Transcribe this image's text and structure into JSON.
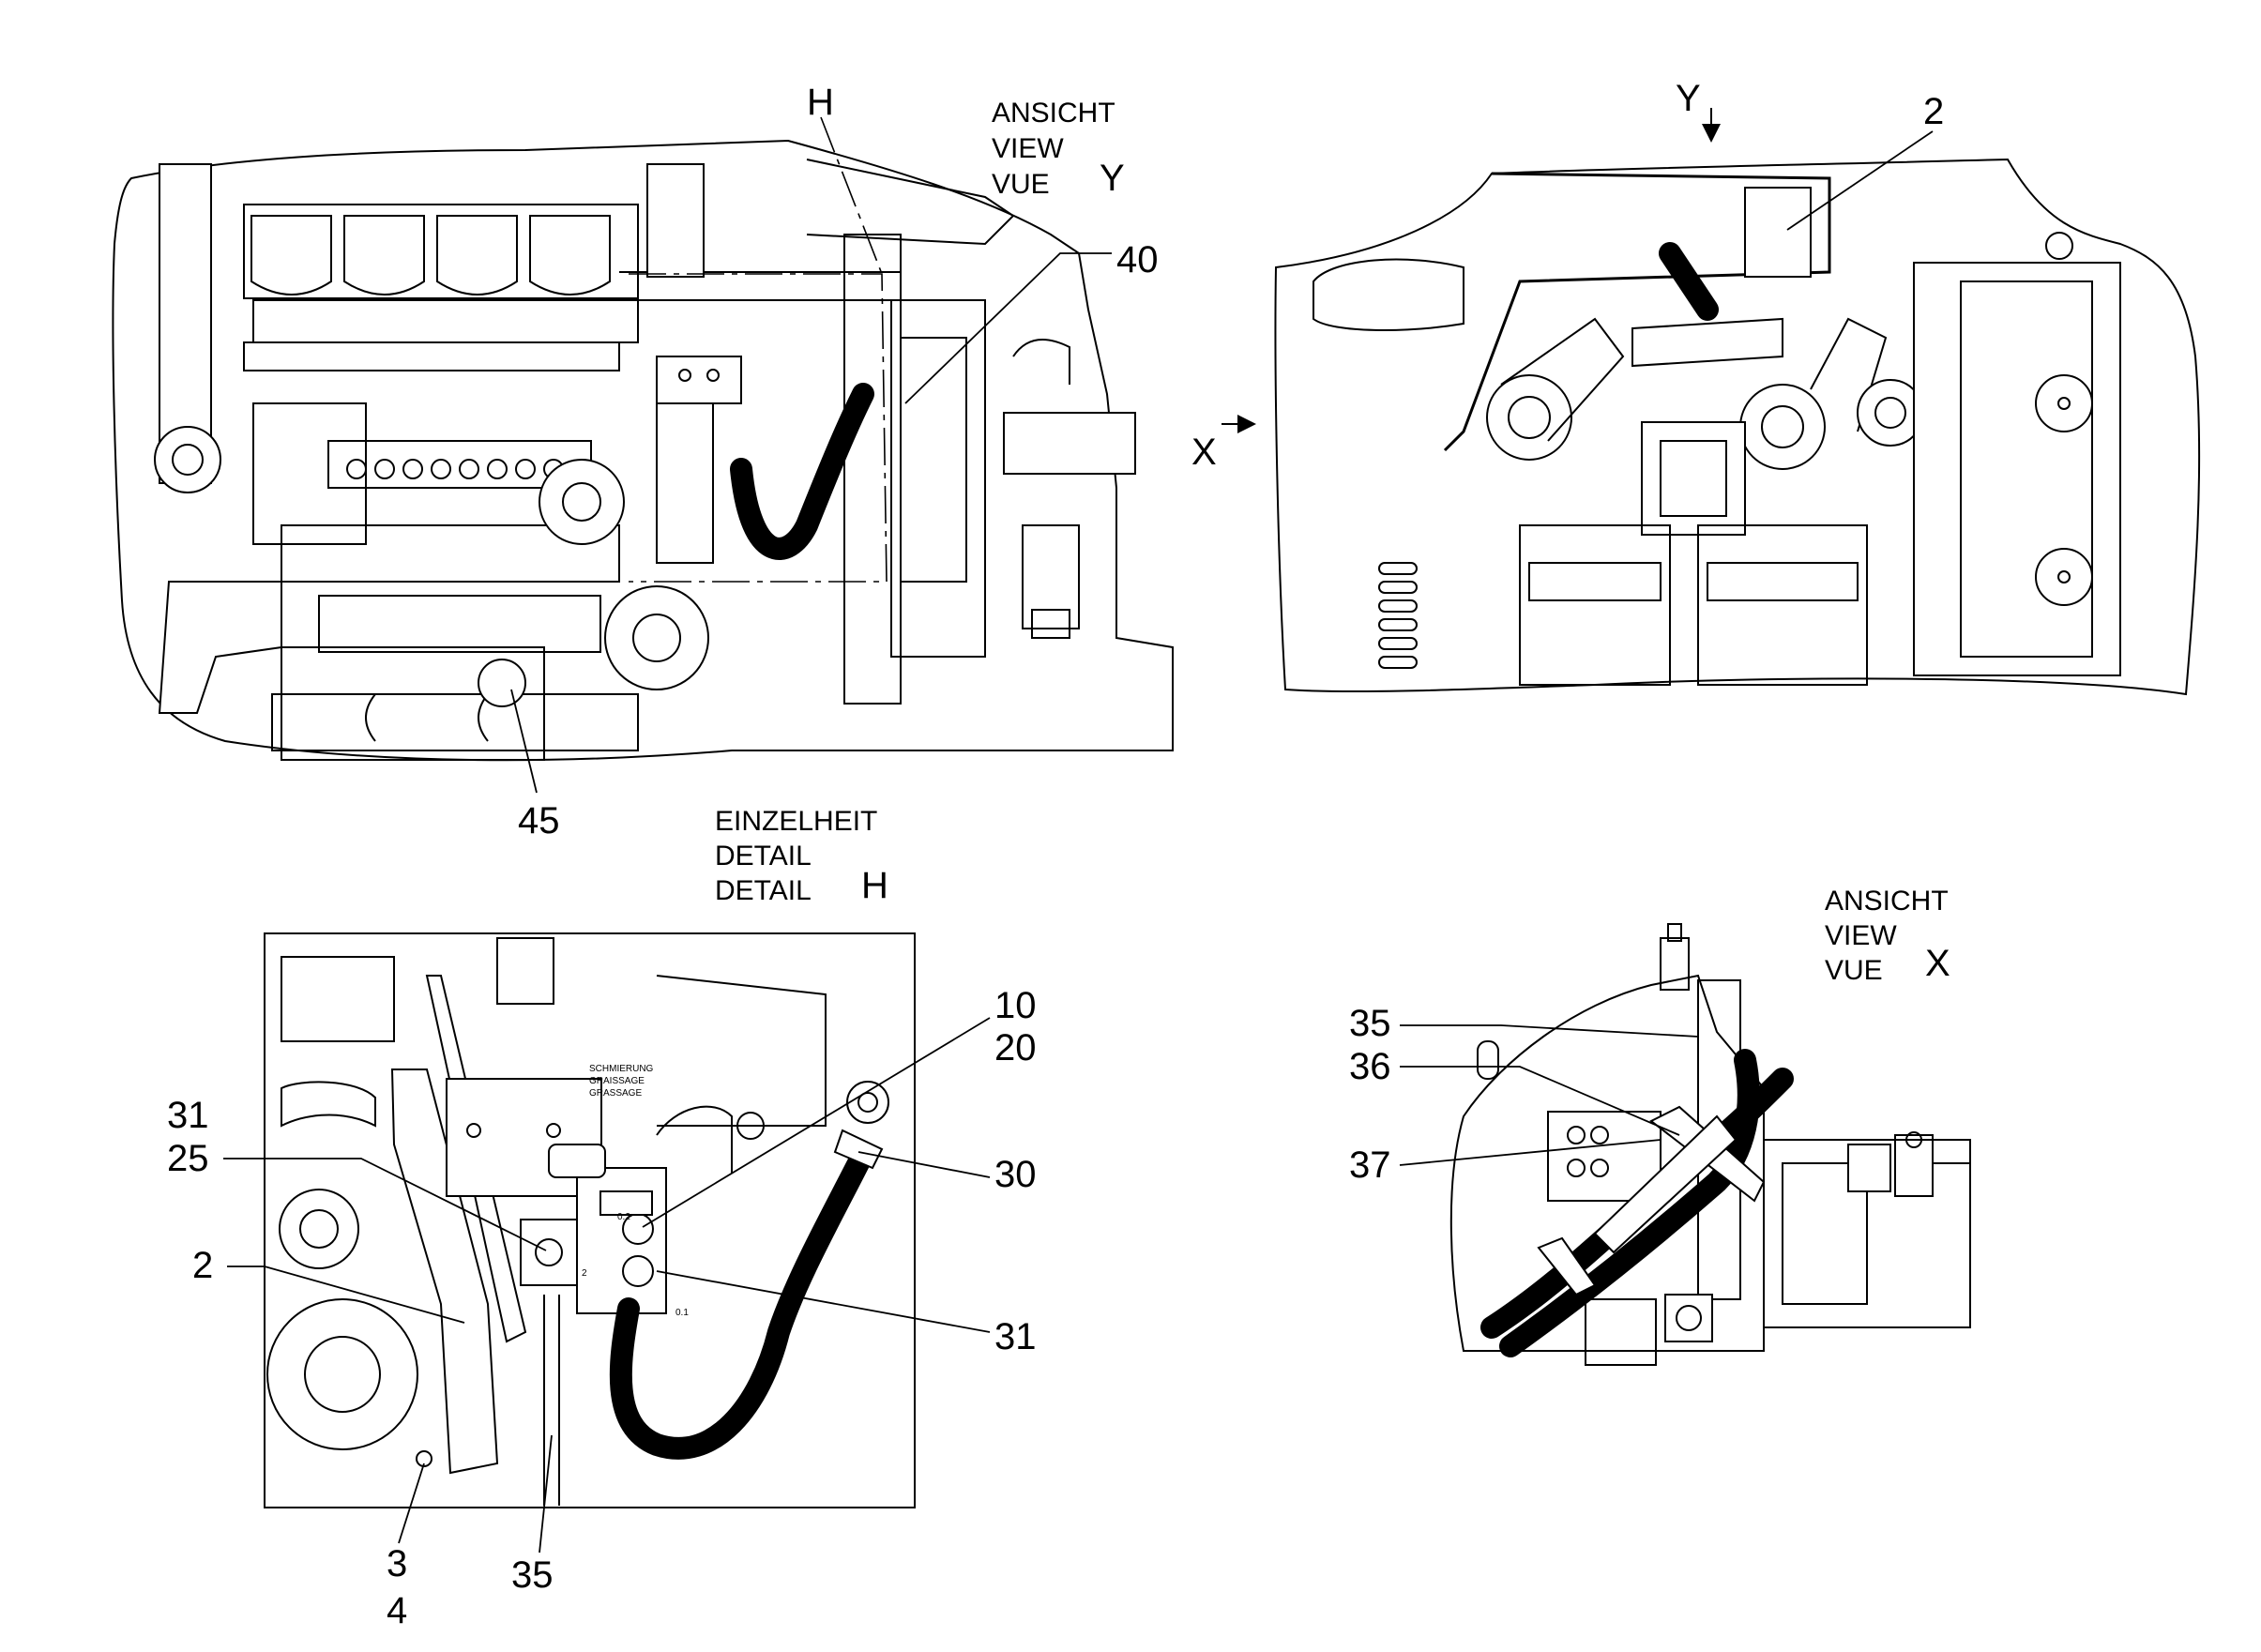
{
  "views": {
    "top_left": {
      "section_letter": "H",
      "callouts": [
        "40",
        "45"
      ]
    },
    "view_y": {
      "heading_lines": [
        "ANSICHT",
        "VIEW",
        "VUE"
      ],
      "heading_letter": "Y",
      "arrow_letter_top": "Y",
      "arrow_letter_side": "X",
      "callouts": [
        "2"
      ]
    },
    "detail_h": {
      "heading_lines": [
        "EINZELHEIT",
        "DETAIL",
        "DETAIL"
      ],
      "heading_letter": "H",
      "callouts": [
        "10",
        "20",
        "30",
        "31",
        "25",
        "2",
        "31",
        "3",
        "4",
        "35"
      ],
      "plate_text": [
        "SCHMIERUNG",
        "GRAISSAGE",
        "GRASSAGE"
      ],
      "port_labels": [
        "2",
        "0.2",
        "0.1"
      ]
    },
    "view_x": {
      "heading_lines": [
        "ANSICHT",
        "VIEW",
        "VUE"
      ],
      "heading_letter": "X",
      "callouts": [
        "35",
        "36",
        "37"
      ]
    }
  },
  "icons": [
    "view-direction-arrow-icon"
  ]
}
